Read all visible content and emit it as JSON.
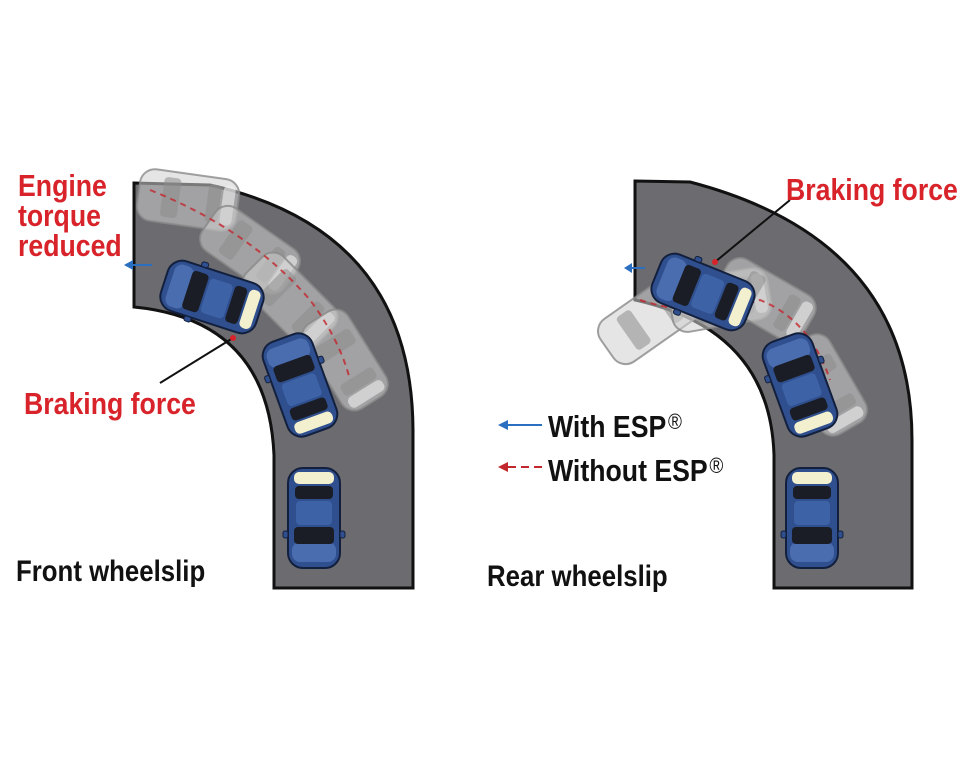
{
  "diagrams": [
    {
      "caption": "Front wheelslip",
      "labels": [
        "Engine torque reduced",
        "Braking force"
      ],
      "annotation_lines": [
        "Engine",
        "torque",
        "reduced"
      ],
      "braking_label": "Braking force"
    },
    {
      "caption": "Rear wheelslip",
      "braking_label": "Braking force"
    }
  ],
  "legend": {
    "with": {
      "text": "With ESP",
      "mark": "®",
      "style": "solid arrow",
      "color": "#2a6fc0"
    },
    "without": {
      "text": "Without ESP",
      "mark": "®",
      "style": "dashed arrow",
      "color": "#c2272d"
    }
  },
  "colors": {
    "road": "#6b6b70",
    "road_edge": "#111111",
    "car_with_esp": "#2f4f8f",
    "car_without_esp": "#bdbdbd",
    "annotation_text": "#d8232a"
  }
}
